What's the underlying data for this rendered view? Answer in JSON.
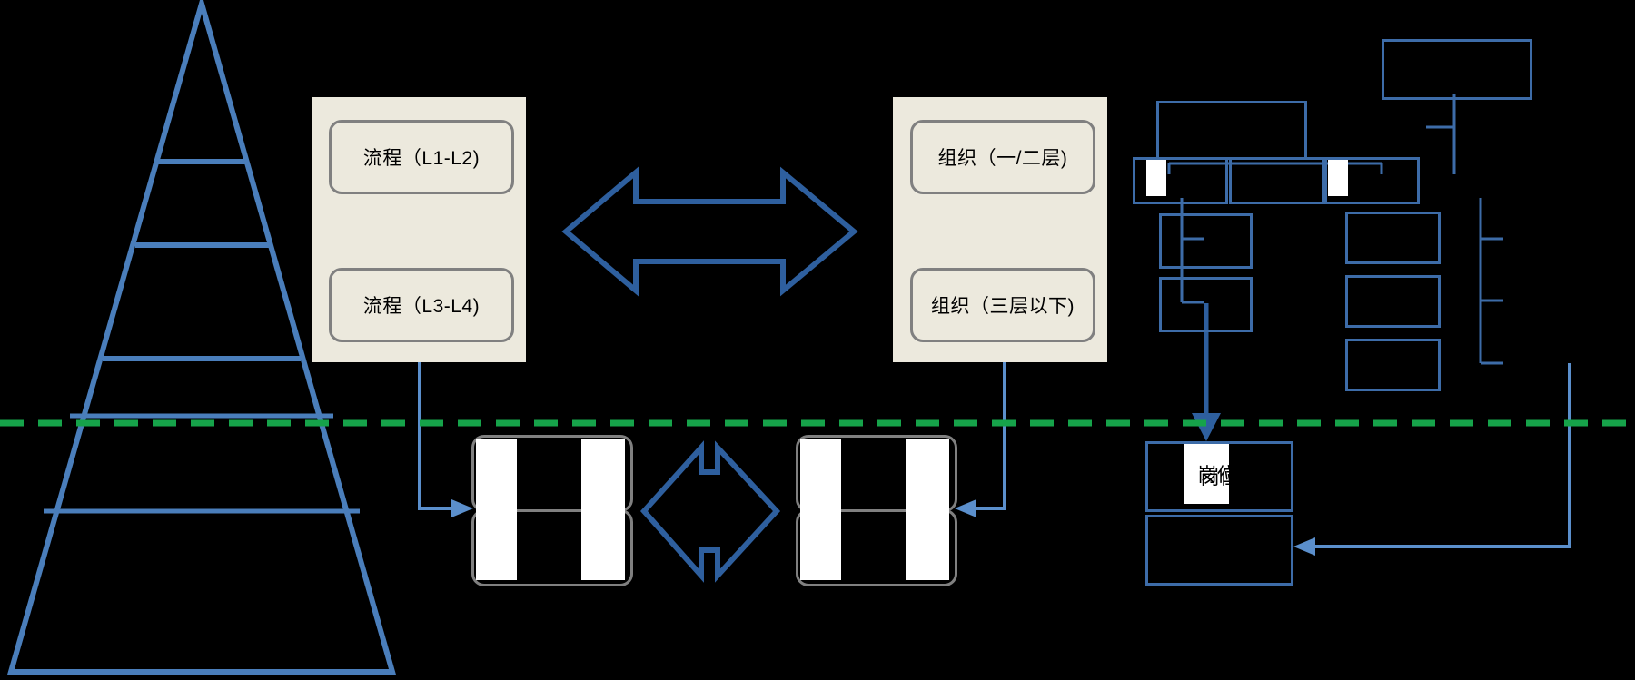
{
  "meta": {
    "background_color": "#000000",
    "accent_blue": "#4a7ebb",
    "arrow_blue": "#2e5f9e",
    "org_border_blue": "#3d6ca8",
    "panel_beige": "#ece9dd",
    "box_border_gray": "#808080",
    "divider_green": "#16a34a",
    "redaction_white": "#ffffff"
  },
  "pyramid": {
    "name": "capability-pyramid",
    "levels": [
      "",
      "",
      "",
      "",
      ""
    ],
    "label": ""
  },
  "process_panel": {
    "boxes": [
      {
        "label": "流程（L1-L2)"
      },
      {
        "label": "流程（L3-L4)"
      }
    ]
  },
  "org_panel": {
    "boxes": [
      {
        "label": "组织（一/二层)"
      },
      {
        "label": "组织（三层以下)"
      }
    ]
  },
  "connectors": {
    "middle_double_arrow": "double-headed-horizontal-arrow",
    "bottom_double_arrow": "double-headed-horizontal-arrow",
    "process_down_arrow": "down-arrow",
    "org_down_arrow": "down-arrow",
    "process_to_activity": "elbow-arrow-right",
    "org_to_activity": "elbow-arrow-left",
    "org_to_position": "down-arrow",
    "orgchart_to_bottom": "elbow-arrow-left"
  },
  "divider": {
    "style": "dashed",
    "color": "#16a34a",
    "label": ""
  },
  "bottom_left_card": {
    "label": ""
  },
  "bottom_right_card": {
    "label": ""
  },
  "position_box": {
    "label": "岗位"
  },
  "position_box_2": {
    "label": ""
  },
  "org_chart": {
    "nodes": [
      {
        "id": "root",
        "label": ""
      },
      {
        "id": "staff",
        "label": ""
      },
      {
        "id": "c1",
        "label": ""
      },
      {
        "id": "c2",
        "label": ""
      },
      {
        "id": "c3",
        "label": ""
      },
      {
        "id": "c1a",
        "label": ""
      },
      {
        "id": "c1b",
        "label": ""
      },
      {
        "id": "c3a",
        "label": ""
      },
      {
        "id": "c3b",
        "label": ""
      },
      {
        "id": "c3c",
        "label": ""
      }
    ]
  }
}
